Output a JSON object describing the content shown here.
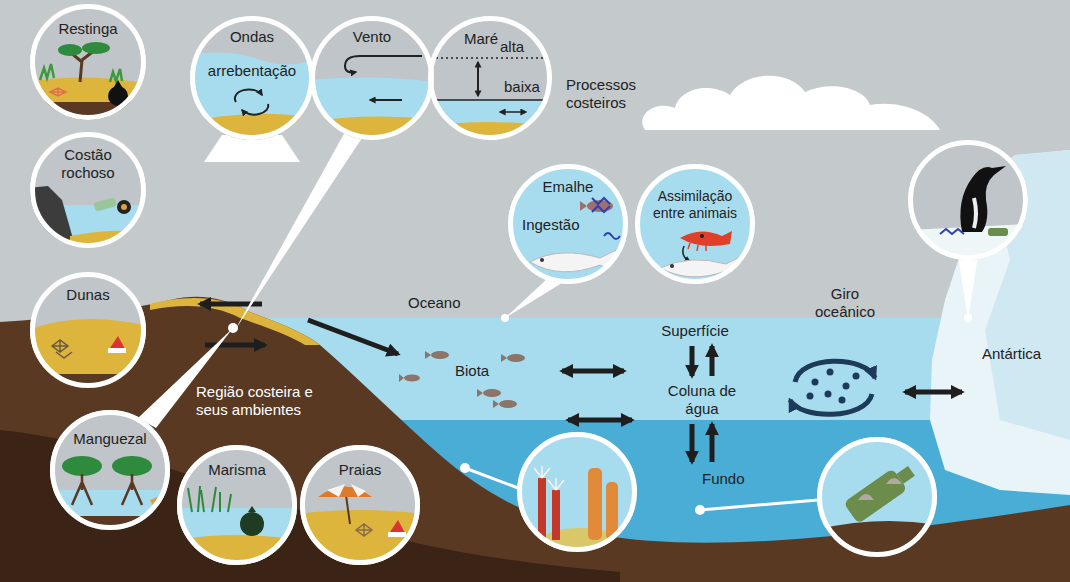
{
  "diagram": {
    "nodes": [
      {
        "text": [
          "Restinga"
        ]
      },
      {
        "text": [
          "Ondas",
          "arrebentação"
        ]
      },
      {
        "text": [
          "Vento"
        ]
      },
      {
        "text": [
          "Maré",
          "alta",
          "baixa"
        ]
      },
      {
        "text": [
          "Costão rochoso"
        ]
      },
      {
        "text": [
          "Emalhe",
          "Ingestão"
        ]
      },
      {
        "text": [
          "Assimilação entre animais"
        ]
      },
      {
        "text": [
          "Dunas"
        ]
      },
      {
        "text": [
          "Manguezal"
        ]
      },
      {
        "text": [
          "Marisma"
        ]
      },
      {
        "text": [
          "Praias"
        ]
      }
    ],
    "labels": [
      "Processos costeiros",
      "Oceano",
      "Biota",
      "Superfície",
      "Coluna de água",
      "Giro oceânico",
      "Antártica",
      "Região costeira e seus ambientes",
      "Fundo"
    ]
  }
}
